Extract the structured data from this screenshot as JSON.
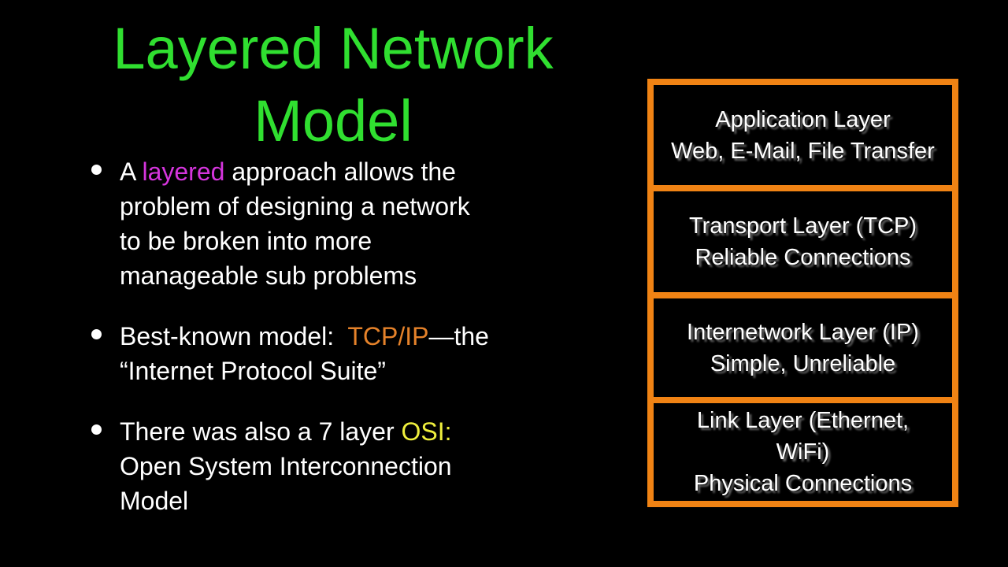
{
  "slide": {
    "title": "Layered Network\nModel",
    "colors": {
      "background": "#000000",
      "title_green": "#30DF30",
      "text": "#FFFFFF",
      "highlight_magenta": "#D535DD",
      "highlight_orange": "#E5822A",
      "highlight_yellow": "#EFEF3D",
      "box_border": "#F08314"
    },
    "bullets": [
      {
        "pre": "A ",
        "highlight": "layered",
        "highlight_color": "#D535DD",
        "post": " approach allows the\nproblem of designing a network\nto be broken into more\nmanageable sub problems"
      },
      {
        "pre": "Best-known model:  ",
        "highlight": "TCP/IP",
        "highlight_color": "#E5822A",
        "post": "—the\n“Internet Protocol Suite”"
      },
      {
        "pre": "There was also a 7 layer ",
        "highlight": "OSI:",
        "highlight_color": "#EFEF3D",
        "post": "\nOpen System Interconnection\nModel"
      }
    ],
    "layer_stack": [
      {
        "text": "Application Layer\nWeb, E-Mail, File Transfer"
      },
      {
        "text": "Transport Layer (TCP)\nReliable Connections"
      },
      {
        "text": "Internetwork Layer (IP)\nSimple, Unreliable"
      },
      {
        "text": "Link Layer (Ethernet,\nWiFi)\nPhysical Connections"
      }
    ]
  }
}
